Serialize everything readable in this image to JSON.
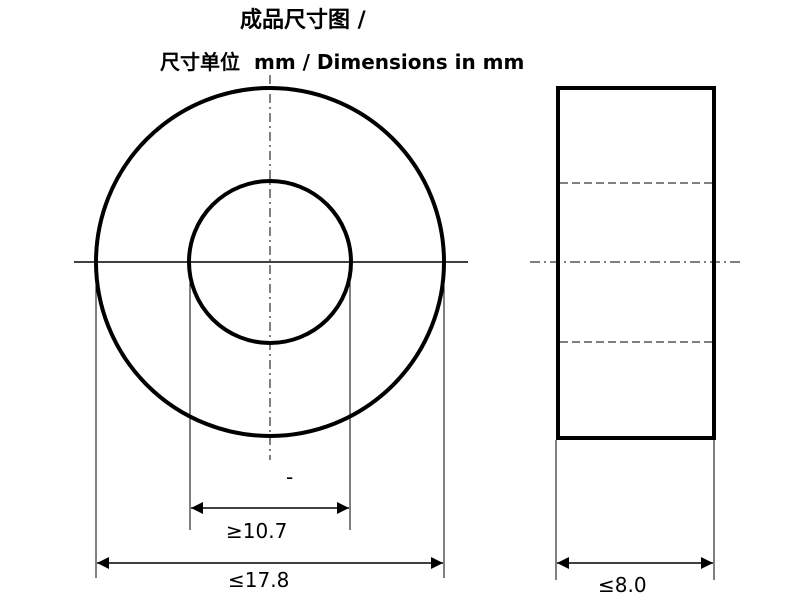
{
  "title": {
    "cn": "成品尺寸图 /",
    "unit_cn": "尺寸单位",
    "unit_en": "mm / Dimensions in mm"
  },
  "dimensions": {
    "inner_diameter": "≥10.7",
    "outer_diameter": "≤17.8",
    "height": "≤8.0"
  },
  "marks": {
    "dash": "-"
  }
}
